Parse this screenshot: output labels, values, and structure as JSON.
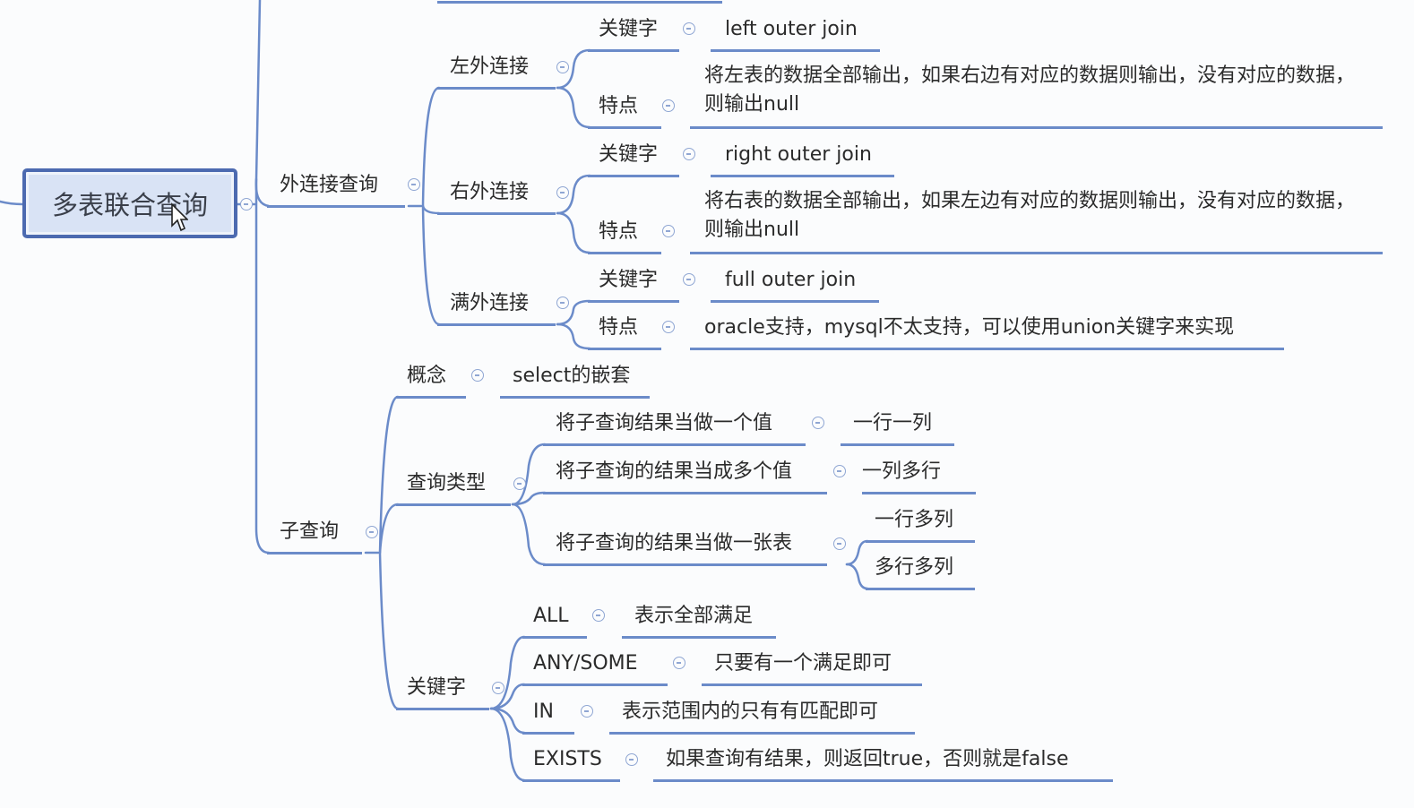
{
  "mindmap": {
    "root": {
      "label": "多表联合查询"
    },
    "outer_join": {
      "label": "外连接查询",
      "left": {
        "label": "左外连接",
        "keyword": {
          "label": "关键字",
          "value": "left outer join"
        },
        "feature": {
          "label": "特点",
          "value": "将左表的数据全部输出，如果右边有对应的数据则输出，没有对应的数据，则输出null"
        }
      },
      "right": {
        "label": "右外连接",
        "keyword": {
          "label": "关键字",
          "value": "right outer join"
        },
        "feature": {
          "label": "特点",
          "value": "将右表的数据全部输出，如果左边有对应的数据则输出，没有对应的数据，则输出null"
        }
      },
      "full": {
        "label": "满外连接",
        "keyword": {
          "label": "关键字",
          "value": "full outer join"
        },
        "feature": {
          "label": "特点",
          "value": "oracle支持，mysql不太支持，可以使用union关键字来实现"
        }
      }
    },
    "subquery": {
      "label": "子查询",
      "concept": {
        "label": "概念",
        "value": "select的嵌套"
      },
      "types": {
        "label": "查询类型",
        "single_value": {
          "label": "将子查询结果当做一个值",
          "value": "一行一列"
        },
        "multi_value": {
          "label": "将子查询的结果当成多个值",
          "value": "一列多行"
        },
        "table": {
          "label": "将子查询的结果当做一张表",
          "values": [
            "一行多列",
            "多行多列"
          ]
        }
      },
      "keywords": {
        "label": "关键字",
        "all": {
          "label": "ALL",
          "value": "表示全部满足"
        },
        "any": {
          "label": "ANY/SOME",
          "value": "只要有一个满足即可"
        },
        "in": {
          "label": "IN",
          "value": "表示范围内的只有有匹配即可"
        },
        "exists": {
          "label": "EXISTS",
          "value": "如果查询有结果，则返回true，否则就是false"
        }
      }
    }
  },
  "colors": {
    "line": "#6b8bc9",
    "root_border": "#4c6ab0",
    "root_fill": "#d9e3f5",
    "toggle": "#8fa6d3"
  },
  "icons": {
    "collapse_toggle": "minus-circle-icon",
    "pointer": "mouse-cursor-icon"
  }
}
